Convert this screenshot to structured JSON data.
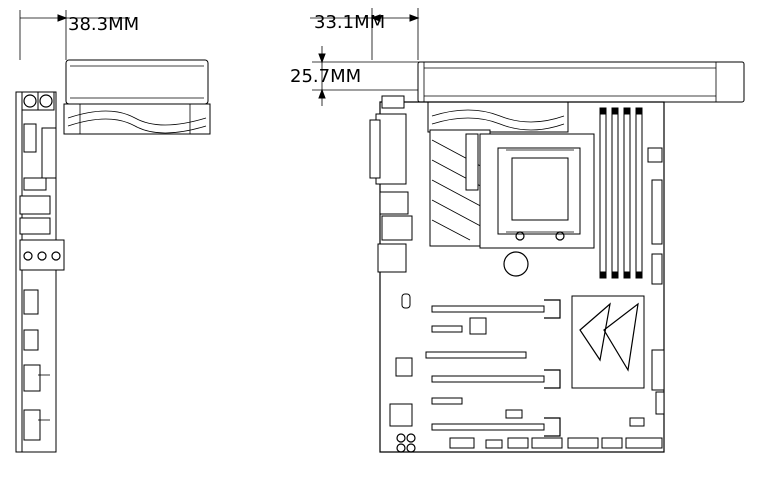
{
  "dimensions": {
    "side_width": "38.3MM",
    "top_offset": "33.1MM",
    "cooler_height": "25.7MM"
  },
  "colors": {
    "line": "#000000",
    "background": "#ffffff"
  }
}
